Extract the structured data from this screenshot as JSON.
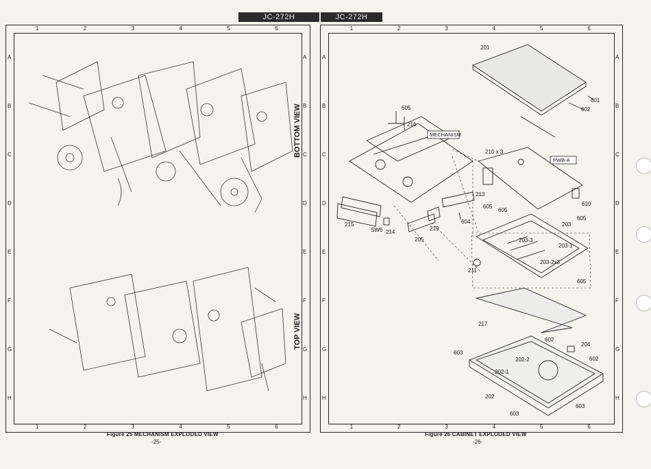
{
  "header": {
    "left_model": "JC-272H",
    "right_model": "JC-272H"
  },
  "grid": {
    "columns": [
      "1",
      "2",
      "3",
      "4",
      "5",
      "6"
    ],
    "rows": [
      "A",
      "B",
      "C",
      "D",
      "E",
      "F",
      "G",
      "H"
    ]
  },
  "left_page": {
    "view_labels": {
      "bottom": "BOTTOM VIEW",
      "top": "TOP VIEW"
    },
    "caption": "Figure 25 MECHANISM EXPLODED VIEW",
    "page_number": "-25-"
  },
  "right_page": {
    "caption": "Figure 26 CABINET EXPLODED VIEW",
    "page_number": "-26-",
    "callouts": {
      "p201": "201",
      "p601": "601",
      "p602a": "602",
      "p605a": "605",
      "p216": "216",
      "mechanism": "MECHANISM",
      "p210": "210 x 3",
      "pwba": "PWB-A",
      "p213": "213",
      "p605b": "605",
      "p605c": "605",
      "p610": "610",
      "p605d": "605",
      "p604": "604",
      "p203": "203",
      "p215": "215",
      "p219": "219",
      "sw6": "SW6",
      "p214": "214",
      "p205": "205",
      "p2033": "203-3",
      "p2031": "203-1",
      "p2032": "203-2x3",
      "p211": "211",
      "p605e": "605",
      "p217": "217",
      "p602b": "602",
      "p204": "204",
      "p603a": "603",
      "p602c": "602",
      "p2022": "202-2",
      "p2021": "202-1",
      "p202": "202",
      "p603b": "603",
      "p603c": "603"
    }
  }
}
